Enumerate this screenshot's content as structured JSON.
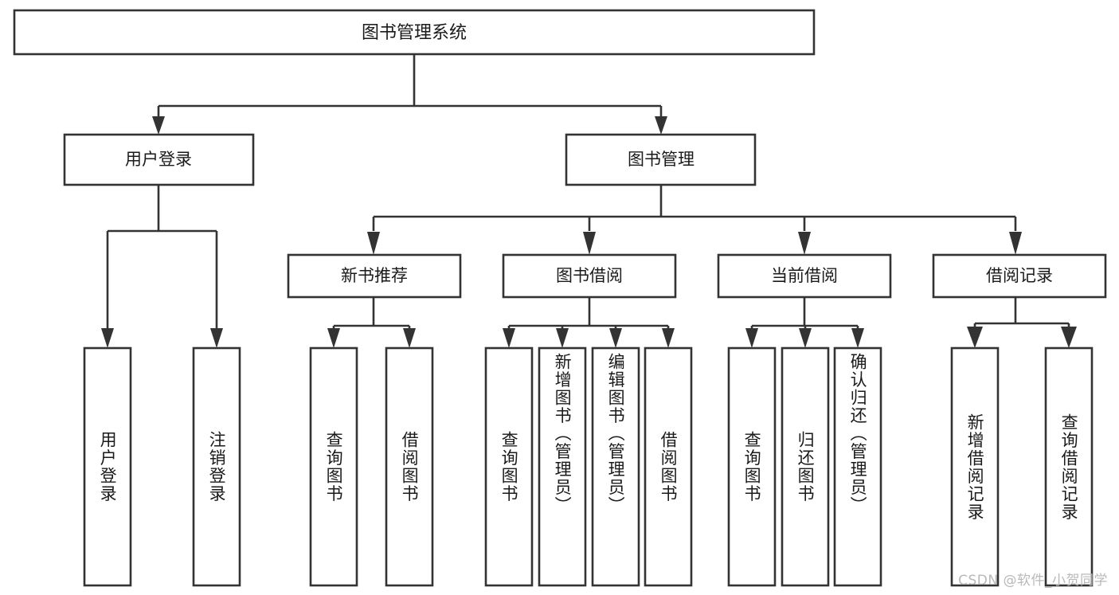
{
  "diagram": {
    "title": "图书管理系统",
    "watermark": "CSDN @软件_小贺同学",
    "type": "hierarchy-tree",
    "colors": {
      "stroke": "#333333",
      "box_fill": "#ffffff",
      "text": "#1a1a1a",
      "background": "#ffffff",
      "watermark": "#b9b9b9"
    },
    "root": {
      "label": "图书管理系统",
      "orientation": "horizontal"
    },
    "level2": [
      {
        "label": "用户登录",
        "orientation": "horizontal"
      },
      {
        "label": "图书管理",
        "orientation": "horizontal"
      }
    ],
    "level3": [
      {
        "label": "新书推荐",
        "orientation": "horizontal",
        "parent": "图书管理"
      },
      {
        "label": "图书借阅",
        "orientation": "horizontal",
        "parent": "图书管理"
      },
      {
        "label": "当前借阅",
        "orientation": "horizontal",
        "parent": "图书管理"
      },
      {
        "label": "借阅记录",
        "orientation": "horizontal",
        "parent": "图书管理"
      }
    ],
    "leaves": {
      "user_login": [
        {
          "label": "用户登录",
          "orientation": "vertical"
        },
        {
          "label": "注销登录",
          "orientation": "vertical"
        }
      ],
      "new_book_recommend": [
        {
          "label": "查询图书",
          "orientation": "vertical"
        },
        {
          "label": "借阅图书",
          "orientation": "vertical"
        }
      ],
      "book_borrow": [
        {
          "label": "查询图书",
          "orientation": "vertical"
        },
        {
          "label": "新增图书（管理员）",
          "orientation": "vertical"
        },
        {
          "label": "编辑图书（管理员）",
          "orientation": "vertical"
        },
        {
          "label": "借阅图书",
          "orientation": "vertical"
        }
      ],
      "current_borrow": [
        {
          "label": "查询图书",
          "orientation": "vertical"
        },
        {
          "label": "归还图书",
          "orientation": "vertical"
        },
        {
          "label": "确认归还（管理员）",
          "orientation": "vertical"
        }
      ],
      "borrow_records": [
        {
          "label": "新增借阅记录",
          "orientation": "vertical"
        },
        {
          "label": "查询借阅记录",
          "orientation": "vertical"
        }
      ]
    }
  }
}
